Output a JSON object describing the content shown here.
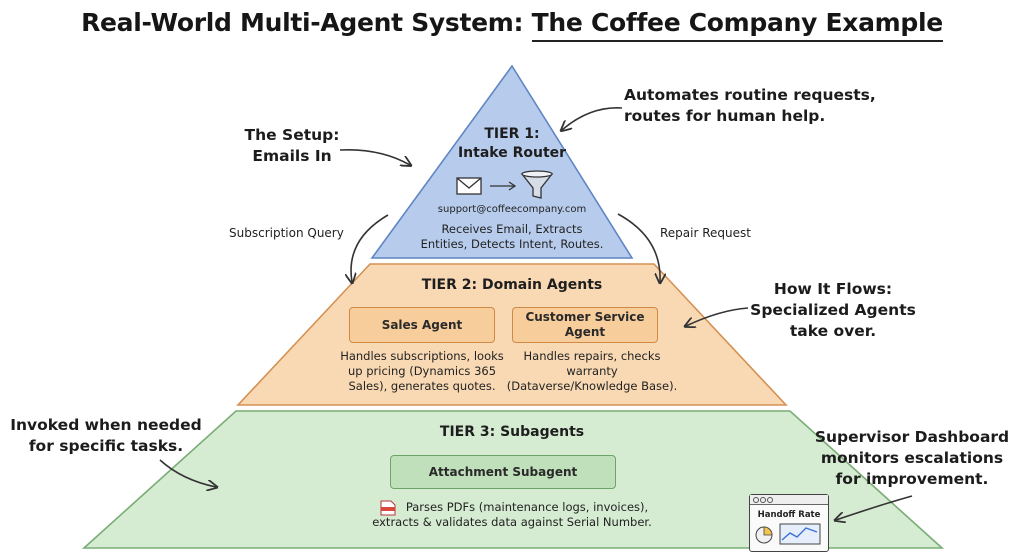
{
  "title": {
    "prefix": "Real-World Multi-Agent System: ",
    "underlined": "The Coffee Company Example"
  },
  "notes": {
    "setup": [
      "The Setup:",
      "Emails In"
    ],
    "automates": [
      "Automates routine requests,",
      "routes for human help."
    ],
    "flows": [
      "How It Flows:",
      "Specialized Agents",
      "take over."
    ],
    "invoked": [
      "Invoked when needed",
      "for specific tasks."
    ],
    "supervisor": [
      "Supervisor Dashboard",
      "monitors escalations",
      "for improvement."
    ]
  },
  "arrow_labels": {
    "subscription": "Subscription Query",
    "repair": "Repair Request"
  },
  "tier1": {
    "title": [
      "TIER 1:",
      "Intake Router"
    ],
    "email": "support@coffeecompany.com",
    "desc": [
      "Receives Email, Extracts",
      "Entities, Detects Intent, Routes."
    ],
    "icons": [
      "envelope-icon",
      "arrow-right-icon",
      "funnel-icon"
    ]
  },
  "tier2": {
    "title": "TIER 2: Domain Agents",
    "sales": {
      "label": "Sales Agent",
      "desc": [
        "Handles subscriptions, looks",
        "up pricing (Dynamics 365",
        "Sales), generates quotes."
      ]
    },
    "service": {
      "label": [
        "Customer Service",
        "Agent"
      ],
      "desc": [
        "Handles repairs, checks",
        "warranty",
        "(Dataverse/Knowledge Base)."
      ]
    }
  },
  "tier3": {
    "title": "TIER 3: Subagents",
    "sub": {
      "label": "Attachment Subagent",
      "desc": [
        "Parses PDFs (maintenance logs, invoices),",
        "extracts & validates data against Serial Number."
      ]
    },
    "icons": [
      "pdf-icon"
    ]
  },
  "dashboard": {
    "label": "Handoff Rate",
    "icons": [
      "pie-chart-icon",
      "line-chart-icon"
    ]
  },
  "colors": {
    "tier1_fill": "#b7ccec",
    "tier1_stroke": "#5f86c4",
    "tier2_fill": "#f9d9b4",
    "tier2_stroke": "#d49153",
    "tier3_fill": "#d5ecd2",
    "tier3_stroke": "#79ad75"
  }
}
